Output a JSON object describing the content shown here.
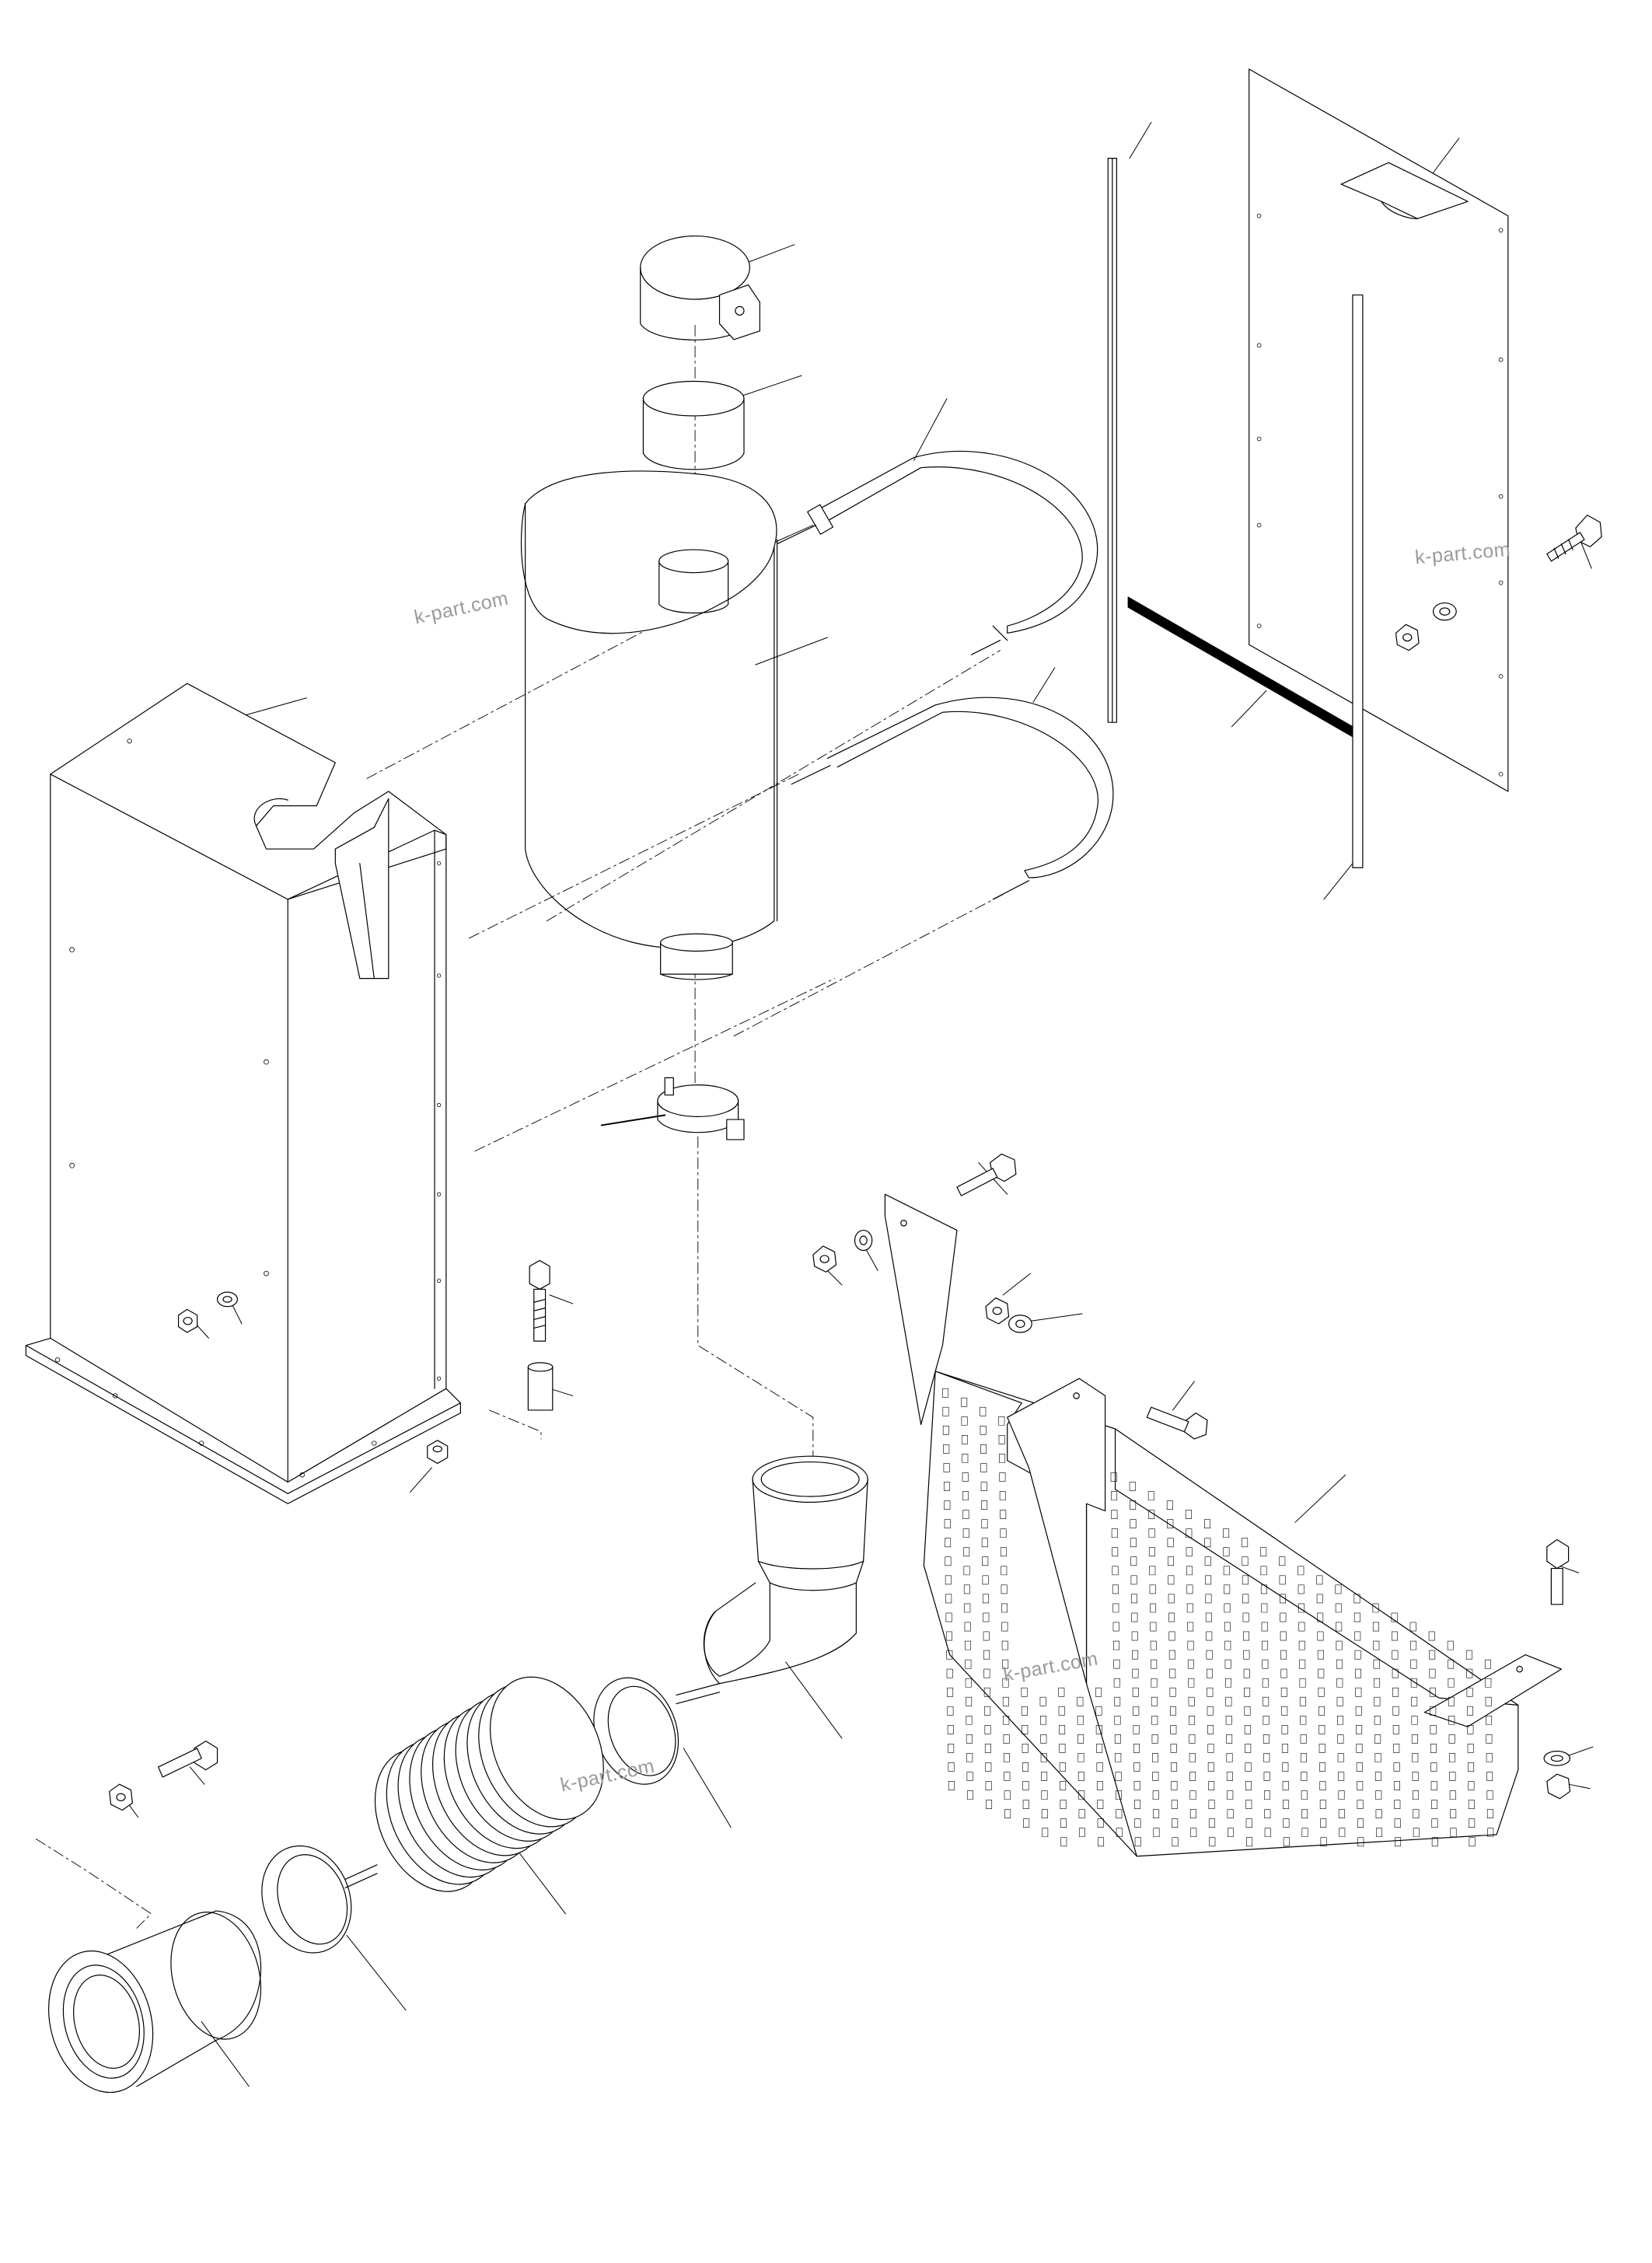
{
  "watermarks": [
    {
      "id": "wm-1",
      "text": "k-part.com"
    },
    {
      "id": "wm-2",
      "text": "k-part.com"
    },
    {
      "id": "wm-3",
      "text": "k-part.com"
    },
    {
      "id": "wm-4",
      "text": "k-part.com"
    }
  ],
  "colors": {
    "ink": "#000000",
    "paper": "#ffffff",
    "watermark": "#9a9a9a"
  }
}
